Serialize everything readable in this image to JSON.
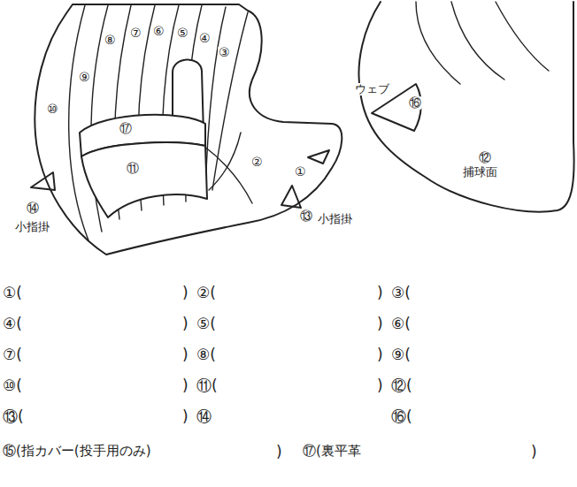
{
  "diagram": {
    "labels": [
      "⑨",
      "⑧",
      "⑦",
      "⑥",
      "⑤",
      "④",
      "③",
      "⑩",
      "⑰",
      "⑪",
      "②",
      "①",
      "⑭",
      "小指掛",
      "⑬",
      "小指掛",
      "ウェブ",
      "⑯",
      "⑫",
      "捕球面",
      "①(",
      ")",
      "②(",
      ")",
      "③(",
      "④(",
      ")",
      "⑤(",
      ")",
      "⑥(",
      "⑦(",
      ")",
      "⑧(",
      ")",
      "⑨(",
      "⑩(",
      ")",
      "⑪(",
      ")",
      "⑫(",
      "⑬(",
      ")",
      "⑭",
      "⑯(",
      "⑮(指カバー(投手用のみ)",
      ")",
      "⑰(裏平革",
      ")"
    ]
  }
}
